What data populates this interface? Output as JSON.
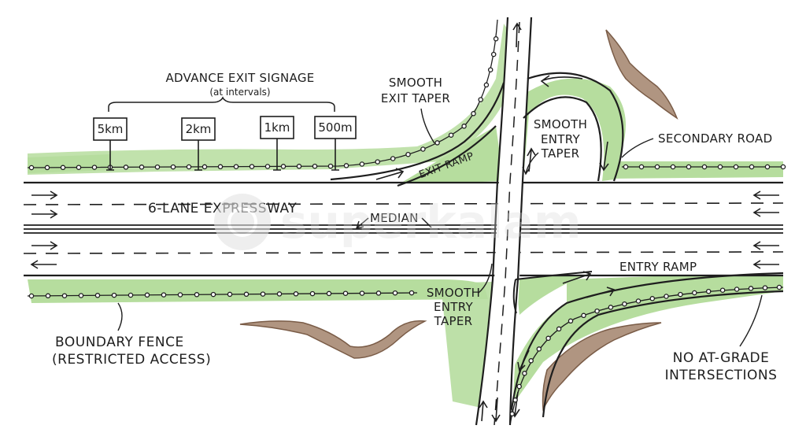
{
  "labels": {
    "advance_signage": "ADVANCE EXIT SIGNAGE",
    "at_intervals": "(at intervals)",
    "smooth_exit_taper_1": "SMOOTH",
    "smooth_exit_taper_2": "EXIT TAPER",
    "exit_ramp": "EXIT RAMP",
    "smooth_entry_taper_top_1": "SMOOTH",
    "smooth_entry_taper_top_2": "ENTRY",
    "smooth_entry_taper_top_3": "TAPER",
    "secondary_road": "SECONDARY ROAD",
    "expressway": "6-LANE EXPRESSWAY",
    "median": "MEDIAN",
    "entry_ramp": "ENTRY RAMP",
    "smooth_entry_taper_bot_1": "SMOOTH",
    "smooth_entry_taper_bot_2": "ENTRY",
    "smooth_entry_taper_bot_3": "TAPER",
    "boundary_fence_1": "BOUNDARY FENCE",
    "boundary_fence_2": "(RESTRICTED ACCESS)",
    "no_at_grade_1": "NO AT-GRADE",
    "no_at_grade_2": "INTERSECTIONS"
  },
  "signs": [
    "5km",
    "2km",
    "1km",
    "500m"
  ],
  "watermark": "superkalam",
  "colors": {
    "grass": "#a9d98f",
    "grass_light": "#cdeab9",
    "ink": "#1e1e1e",
    "earth": "#a88b74"
  }
}
